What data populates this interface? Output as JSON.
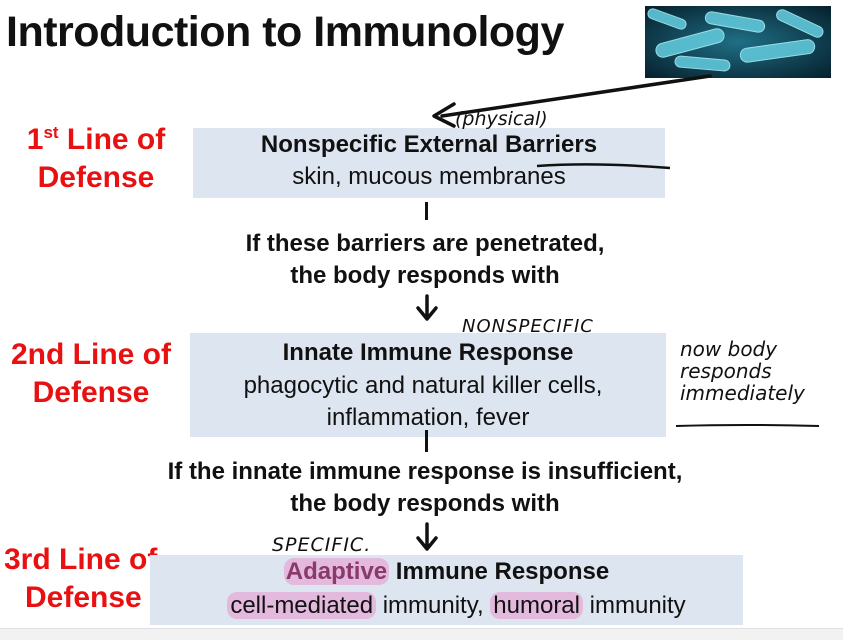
{
  "title": "Introduction to Immunology",
  "lines": [
    {
      "label_line1": "1st Line of",
      "label_line2": "Defense",
      "sup": "st",
      "prefix": "1"
    },
    {
      "label_line1": "2nd Line of",
      "label_line2": "Defense"
    },
    {
      "label_line1": "3rd Line of",
      "label_line2": "Defense"
    }
  ],
  "boxes": [
    {
      "title": "Nonspecific External Barriers",
      "sub": "skin, mucous membranes"
    },
    {
      "title": "Innate Immune Response",
      "sub1": "phagocytic and natural killer cells,",
      "sub2": "inflammation, fever"
    },
    {
      "title_hl": "Adaptive",
      "title_rest": " Immune Response",
      "sub_hl1": "cell-mediated",
      "sub_mid": " immunity, ",
      "sub_hl2": "humoral",
      "sub_end": " immunity"
    }
  ],
  "connectors": [
    {
      "line1": "If these barriers are penetrated,",
      "line2": "the body responds with"
    },
    {
      "line1": "If the innate immune response is insufficient,",
      "line2": "the body responds with"
    }
  ],
  "annotations": {
    "physical": "(physical)",
    "nonspecific": "NONSPECIFIC",
    "specific": "SPECIFIC.",
    "note_line1": "now body",
    "note_line2": "responds",
    "note_line3": "immediately"
  },
  "colors": {
    "line_label": "#e81010",
    "box_fill": "#dde5f0",
    "highlight": "#eb82c8"
  }
}
